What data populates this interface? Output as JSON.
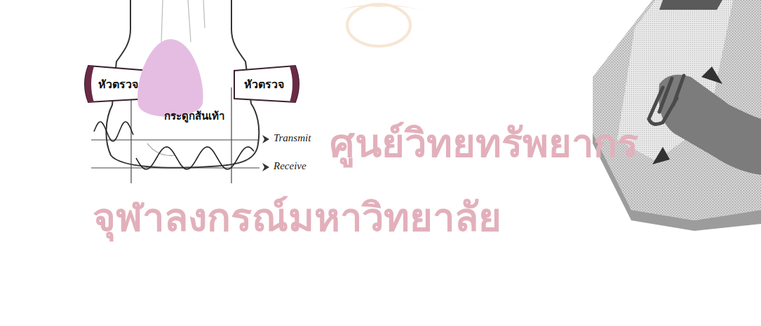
{
  "diagram": {
    "nodes": [
      {
        "text": [
          "หัวตรวจ"
        ]
      },
      {
        "text": [
          "กระดูกส้นเท้า"
        ]
      },
      {
        "text": [
          "หัวตรวจ"
        ]
      }
    ],
    "labels": [
      "Transmit",
      "Receive",
      "ศูนย์วิทยทรัพยากร",
      "จุฬาลงกรณ์มหาวิทยาลัย"
    ]
  }
}
